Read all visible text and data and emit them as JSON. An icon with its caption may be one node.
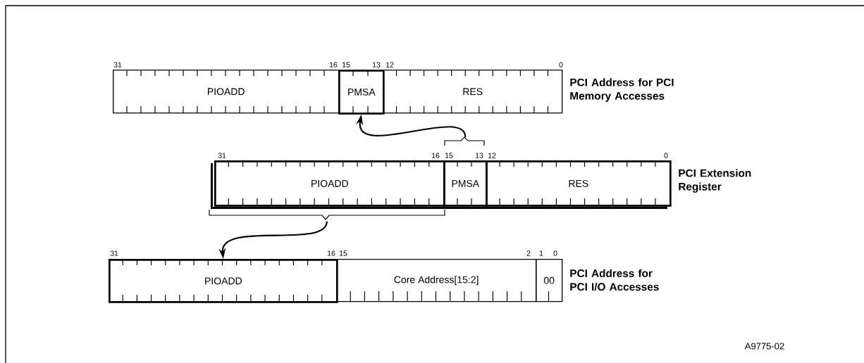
{
  "diagram": {
    "nodes": [
      {
        "text": [
          "PIOADD"
        ]
      },
      {
        "text": [
          "PMSA"
        ]
      },
      {
        "text": [
          "RES"
        ]
      },
      {
        "text": [
          "PIOADD"
        ]
      },
      {
        "text": [
          "PMSA"
        ]
      },
      {
        "text": [
          "RES"
        ]
      },
      {
        "text": [
          "PIOADD"
        ]
      },
      {
        "text": [
          "Core Address[15:2]"
        ]
      },
      {
        "text": [
          "00"
        ]
      }
    ],
    "edges": [
      {
        "from": 4,
        "to": 1,
        "arrow": "to"
      },
      {
        "from": 3,
        "to": 6,
        "arrow": "to"
      }
    ],
    "labels": [
      "31",
      "16",
      "15",
      "13",
      "12",
      "0",
      "PCI Address for PCI Memory Accesses",
      "31",
      "16",
      "15",
      "13",
      "12",
      "0",
      "PCI Extension Register",
      "31",
      "16",
      "15",
      "2",
      "1",
      "0",
      "PCI Address for PCI I/O Accesses",
      "A9775-02"
    ]
  }
}
